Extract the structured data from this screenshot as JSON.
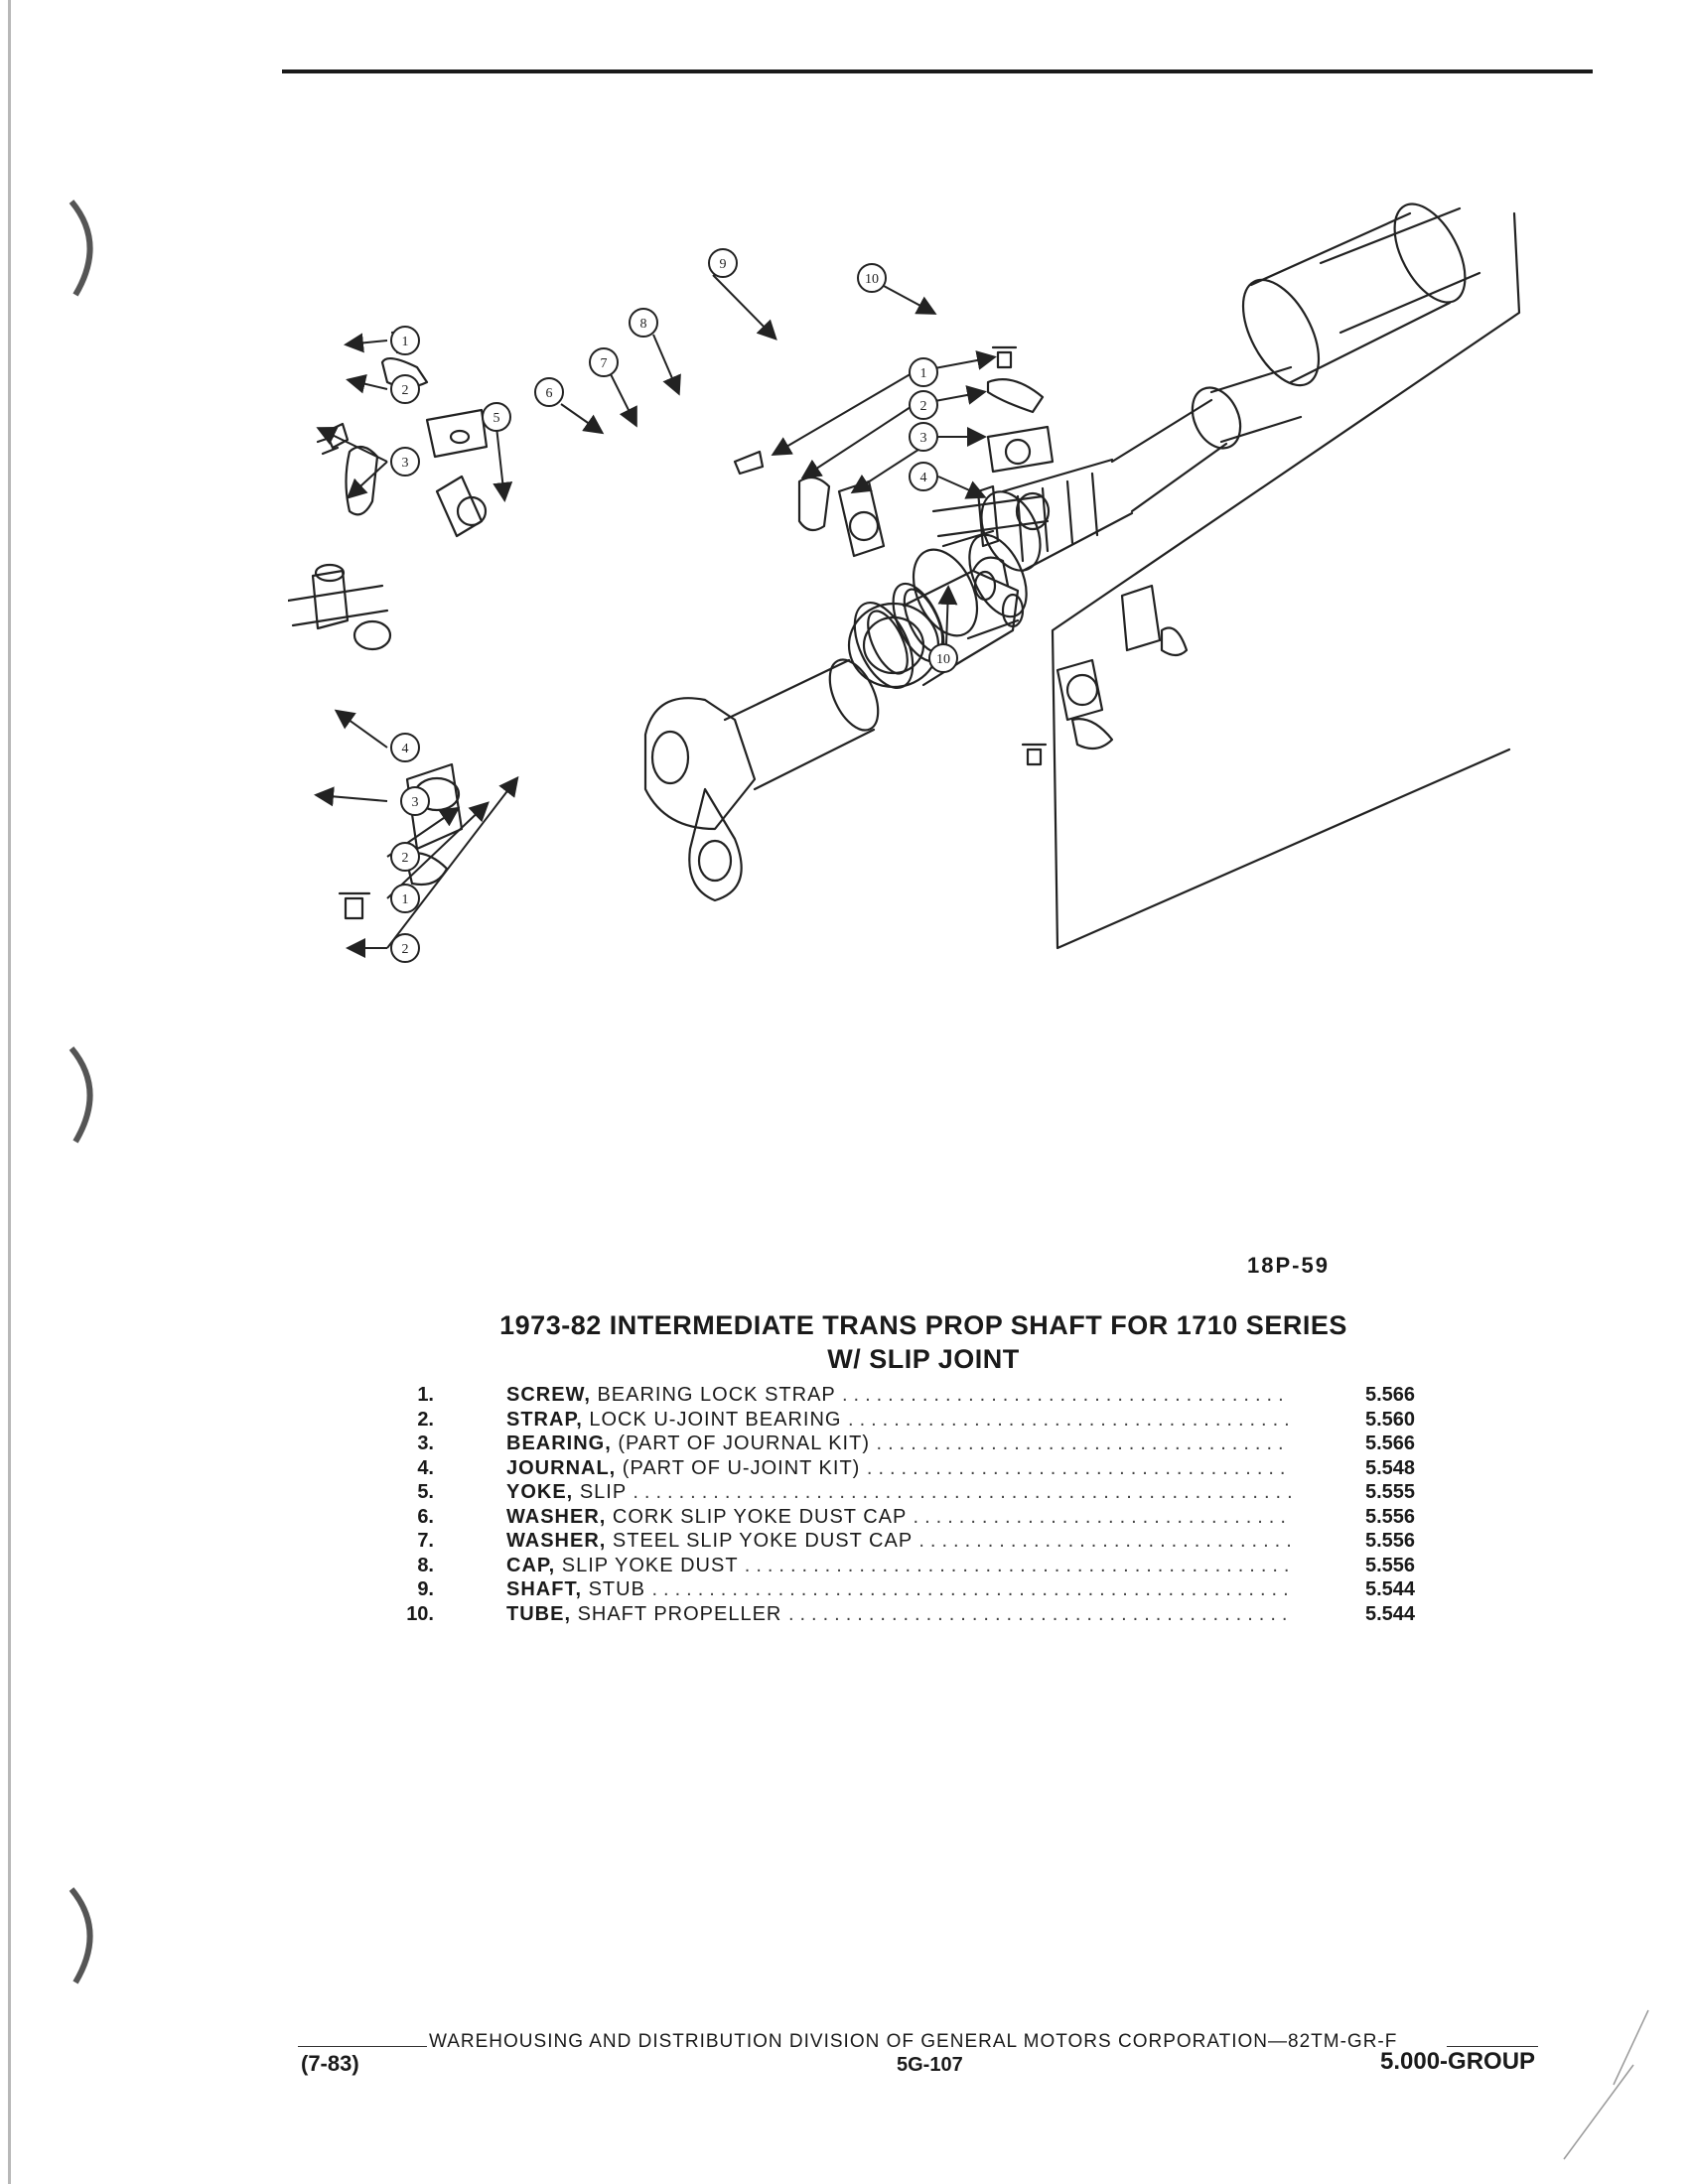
{
  "figure": {
    "code": "18P-59",
    "callouts": [
      "1",
      "2",
      "3",
      "4",
      "5",
      "6",
      "7",
      "8",
      "9",
      "10"
    ]
  },
  "title": {
    "line1": "1973-82 INTERMEDIATE TRANS PROP SHAFT FOR 1710 SERIES",
    "line2": "W/ SLIP JOINT"
  },
  "parts": [
    {
      "num": "1.",
      "name": "SCREW,",
      "desc": "BEARING LOCK STRAP",
      "ref": "5.566"
    },
    {
      "num": "2.",
      "name": "STRAP,",
      "desc": "LOCK U-JOINT BEARING",
      "ref": "5.560"
    },
    {
      "num": "3.",
      "name": "BEARING,",
      "desc": "(PART OF JOURNAL KIT)",
      "ref": "5.566"
    },
    {
      "num": "4.",
      "name": "JOURNAL,",
      "desc": "(PART OF U-JOINT KIT)",
      "ref": "5.548"
    },
    {
      "num": "5.",
      "name": "YOKE,",
      "desc": "SLIP",
      "ref": "5.555"
    },
    {
      "num": "6.",
      "name": "WASHER,",
      "desc": "CORK SLIP YOKE DUST CAP",
      "ref": "5.556"
    },
    {
      "num": "7.",
      "name": "WASHER,",
      "desc": "STEEL SLIP YOKE DUST CAP",
      "ref": "5.556"
    },
    {
      "num": "8.",
      "name": "CAP,",
      "desc": "SLIP YOKE DUST",
      "ref": "5.556"
    },
    {
      "num": "9.",
      "name": "SHAFT,",
      "desc": "STUB",
      "ref": "5.544"
    },
    {
      "num": "10.",
      "name": "TUBE,",
      "desc": "SHAFT PROPELLER",
      "ref": "5.544"
    }
  ],
  "footer": {
    "line": "WAREHOUSING AND DISTRIBUTION DIVISION OF GENERAL MOTORS CORPORATION—82TM-GR-F",
    "date": "(7-83)",
    "page": "5G-107",
    "group": "5.000-GROUP"
  }
}
